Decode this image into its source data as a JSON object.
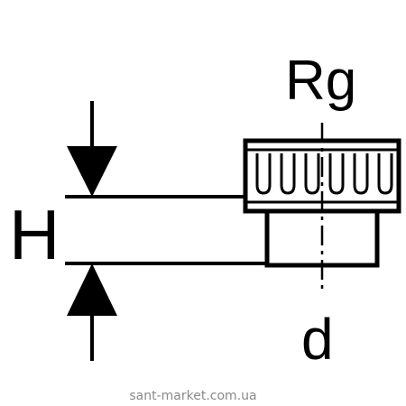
{
  "labels": {
    "height": "H",
    "thread": "Rg",
    "diameter": "d"
  },
  "watermark": "sant-market.com.ua",
  "colors": {
    "ink": "#000000",
    "background": "#ffffff",
    "watermark": "#8a8a8a"
  }
}
